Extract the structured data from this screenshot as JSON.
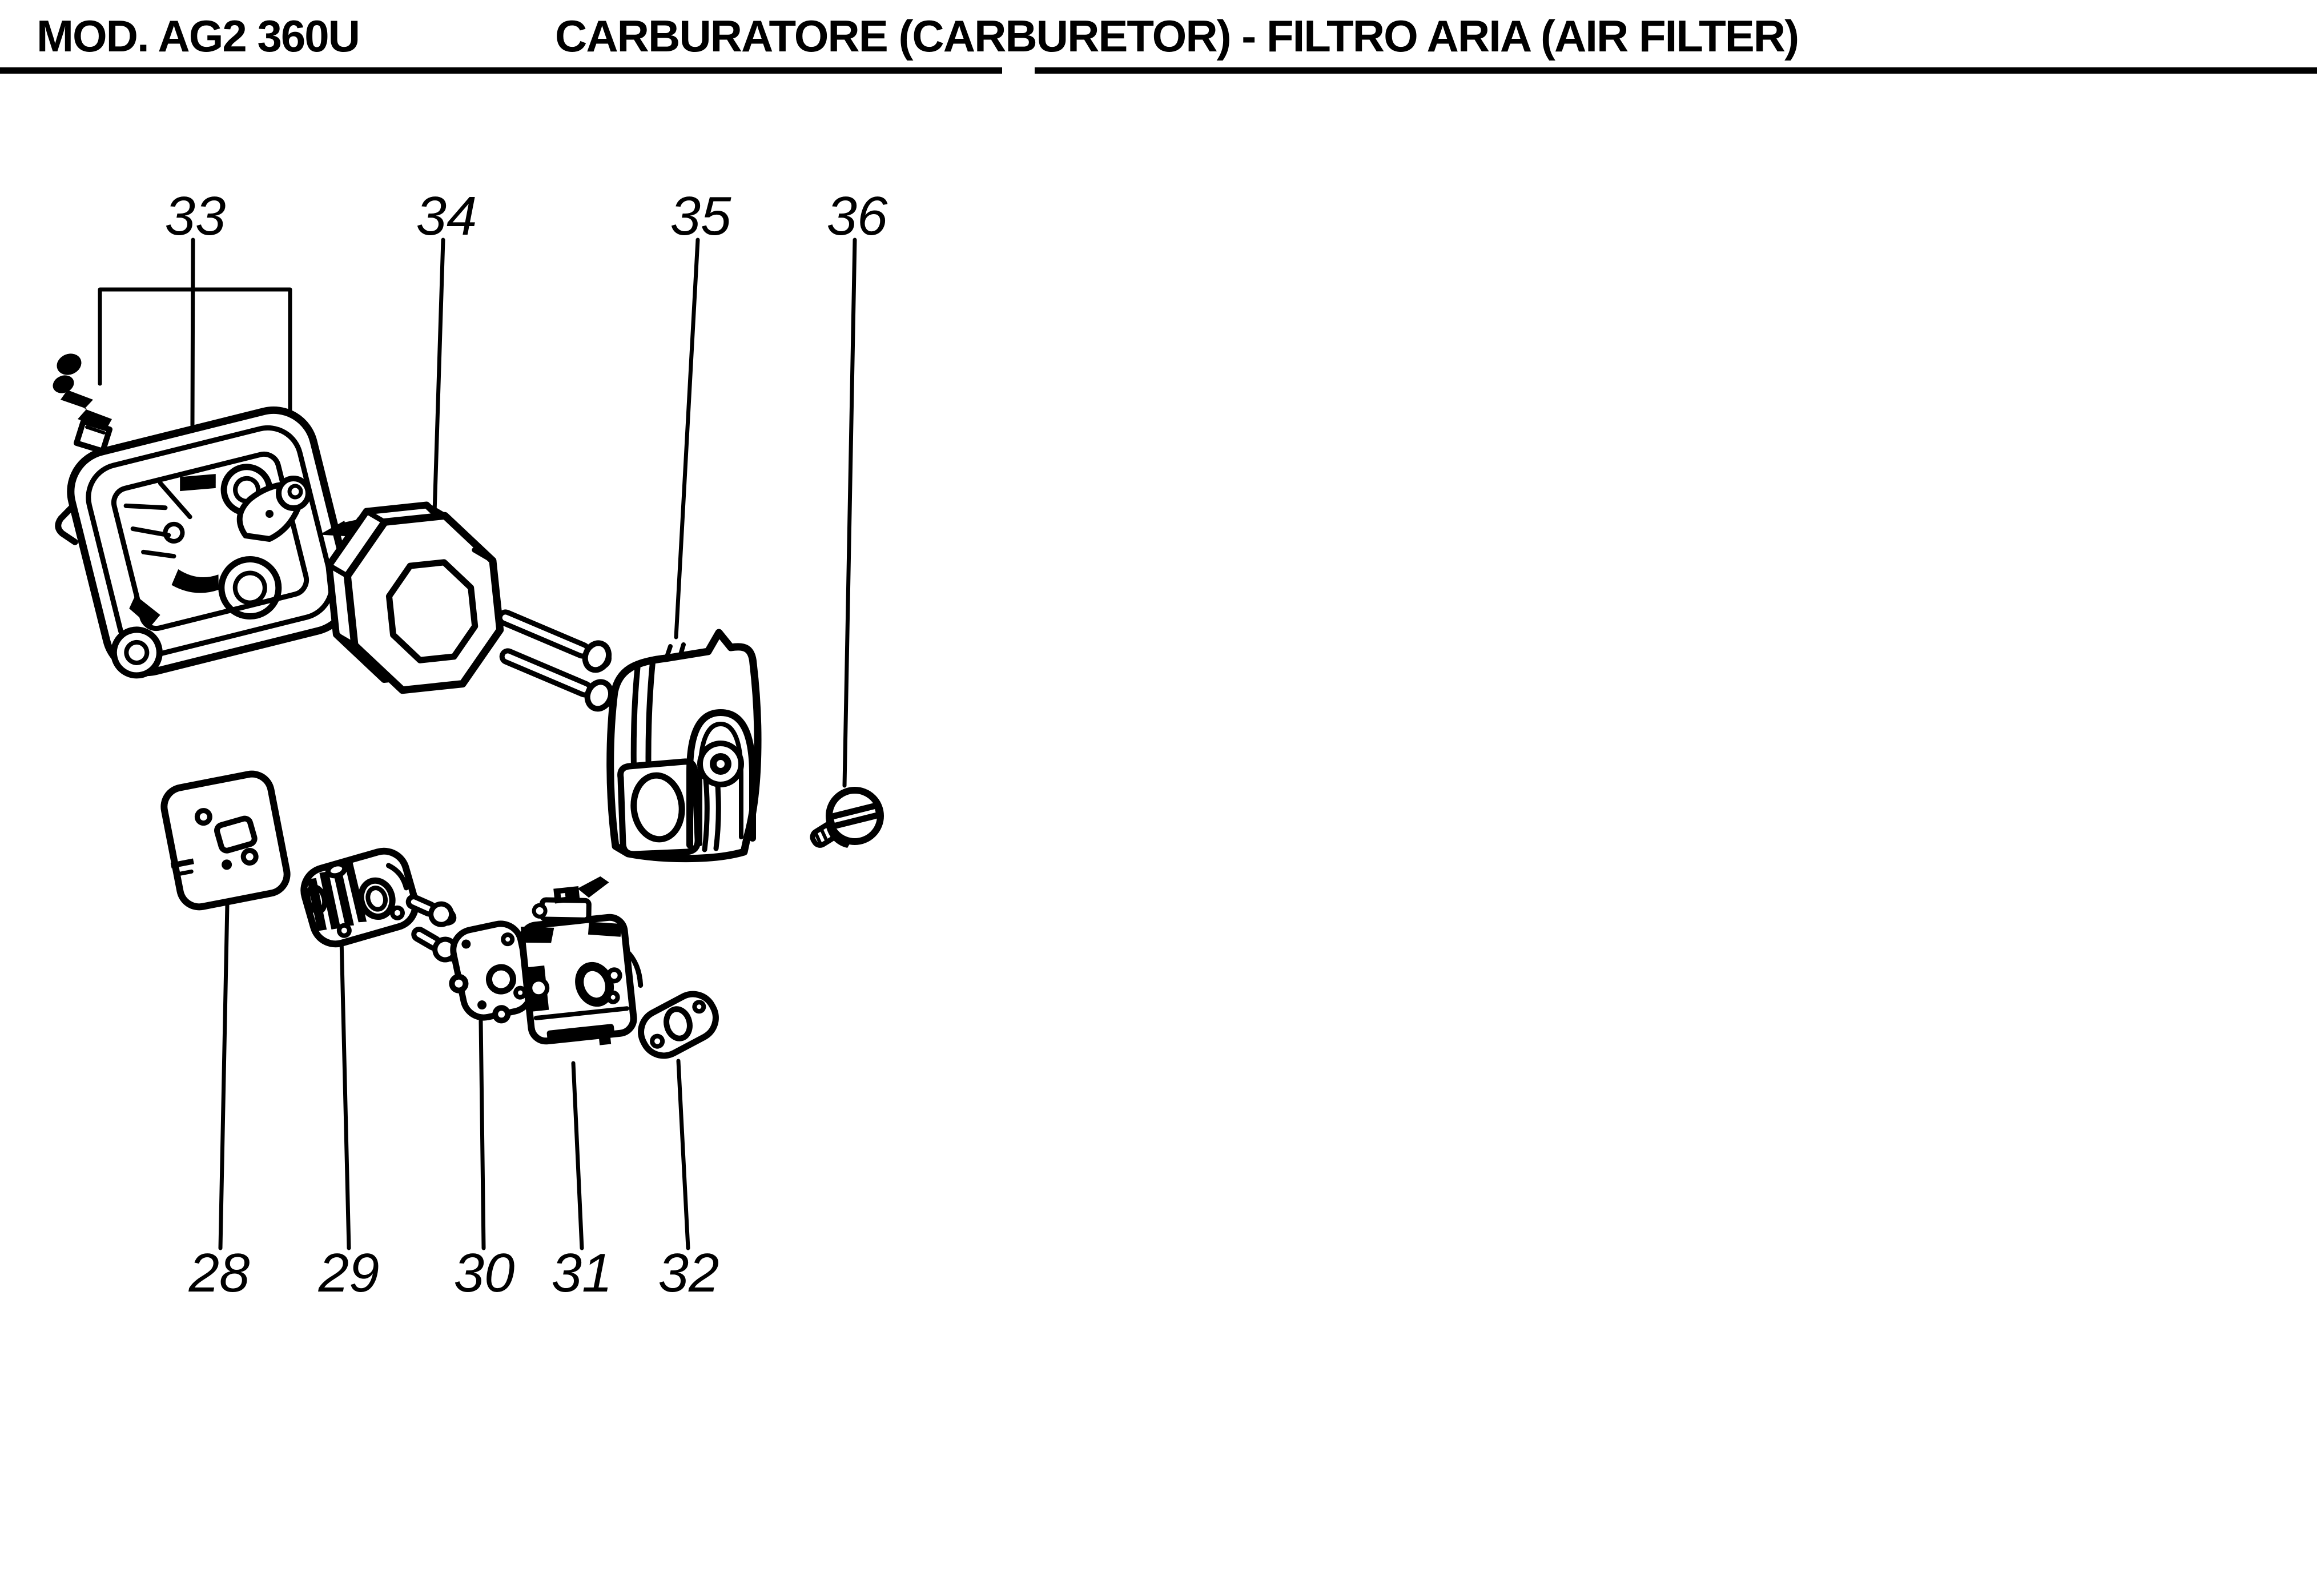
{
  "header": {
    "model": "MOD. AG2 360U",
    "title": "CARBURATORE (CARBURETOR) - FILTRO ARIA (AIR FILTER)"
  },
  "callouts": {
    "top": [
      "33",
      "34",
      "35",
      "36"
    ],
    "bottom": [
      "28",
      "29",
      "30",
      "31",
      "32"
    ]
  },
  "parts": [
    "choke-lever",
    "air-filter-base",
    "filter-base-lever",
    "lever-screw",
    "filter-spacer-ring",
    "cover-bolts",
    "air-filter-cover",
    "cover-knob-screw",
    "backing-plate",
    "intake-manifold",
    "manifold-bolts",
    "carburetor-gasket",
    "carburetor",
    "outlet-gasket"
  ],
  "colors": {
    "ink": "#000000",
    "paper": "#ffffff"
  }
}
